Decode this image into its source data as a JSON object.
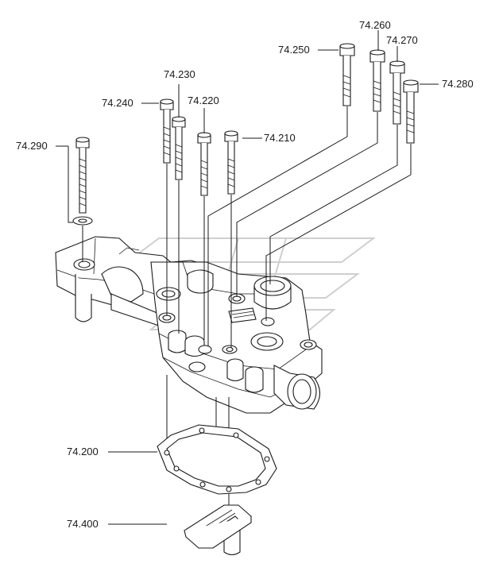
{
  "callouts": [
    {
      "id": "74.210",
      "label": "74.210"
    },
    {
      "id": "74.220",
      "label": "74.220"
    },
    {
      "id": "74.230",
      "label": "74.230"
    },
    {
      "id": "74.240",
      "label": "74.240"
    },
    {
      "id": "74.250",
      "label": "74.250"
    },
    {
      "id": "74.260",
      "label": "74.260"
    },
    {
      "id": "74.270",
      "label": "74.270"
    },
    {
      "id": "74.280",
      "label": "74.280"
    },
    {
      "id": "74.290",
      "label": "74.290"
    },
    {
      "id": "74.200",
      "label": "74.200"
    },
    {
      "id": "74.400",
      "label": "74.400"
    }
  ]
}
